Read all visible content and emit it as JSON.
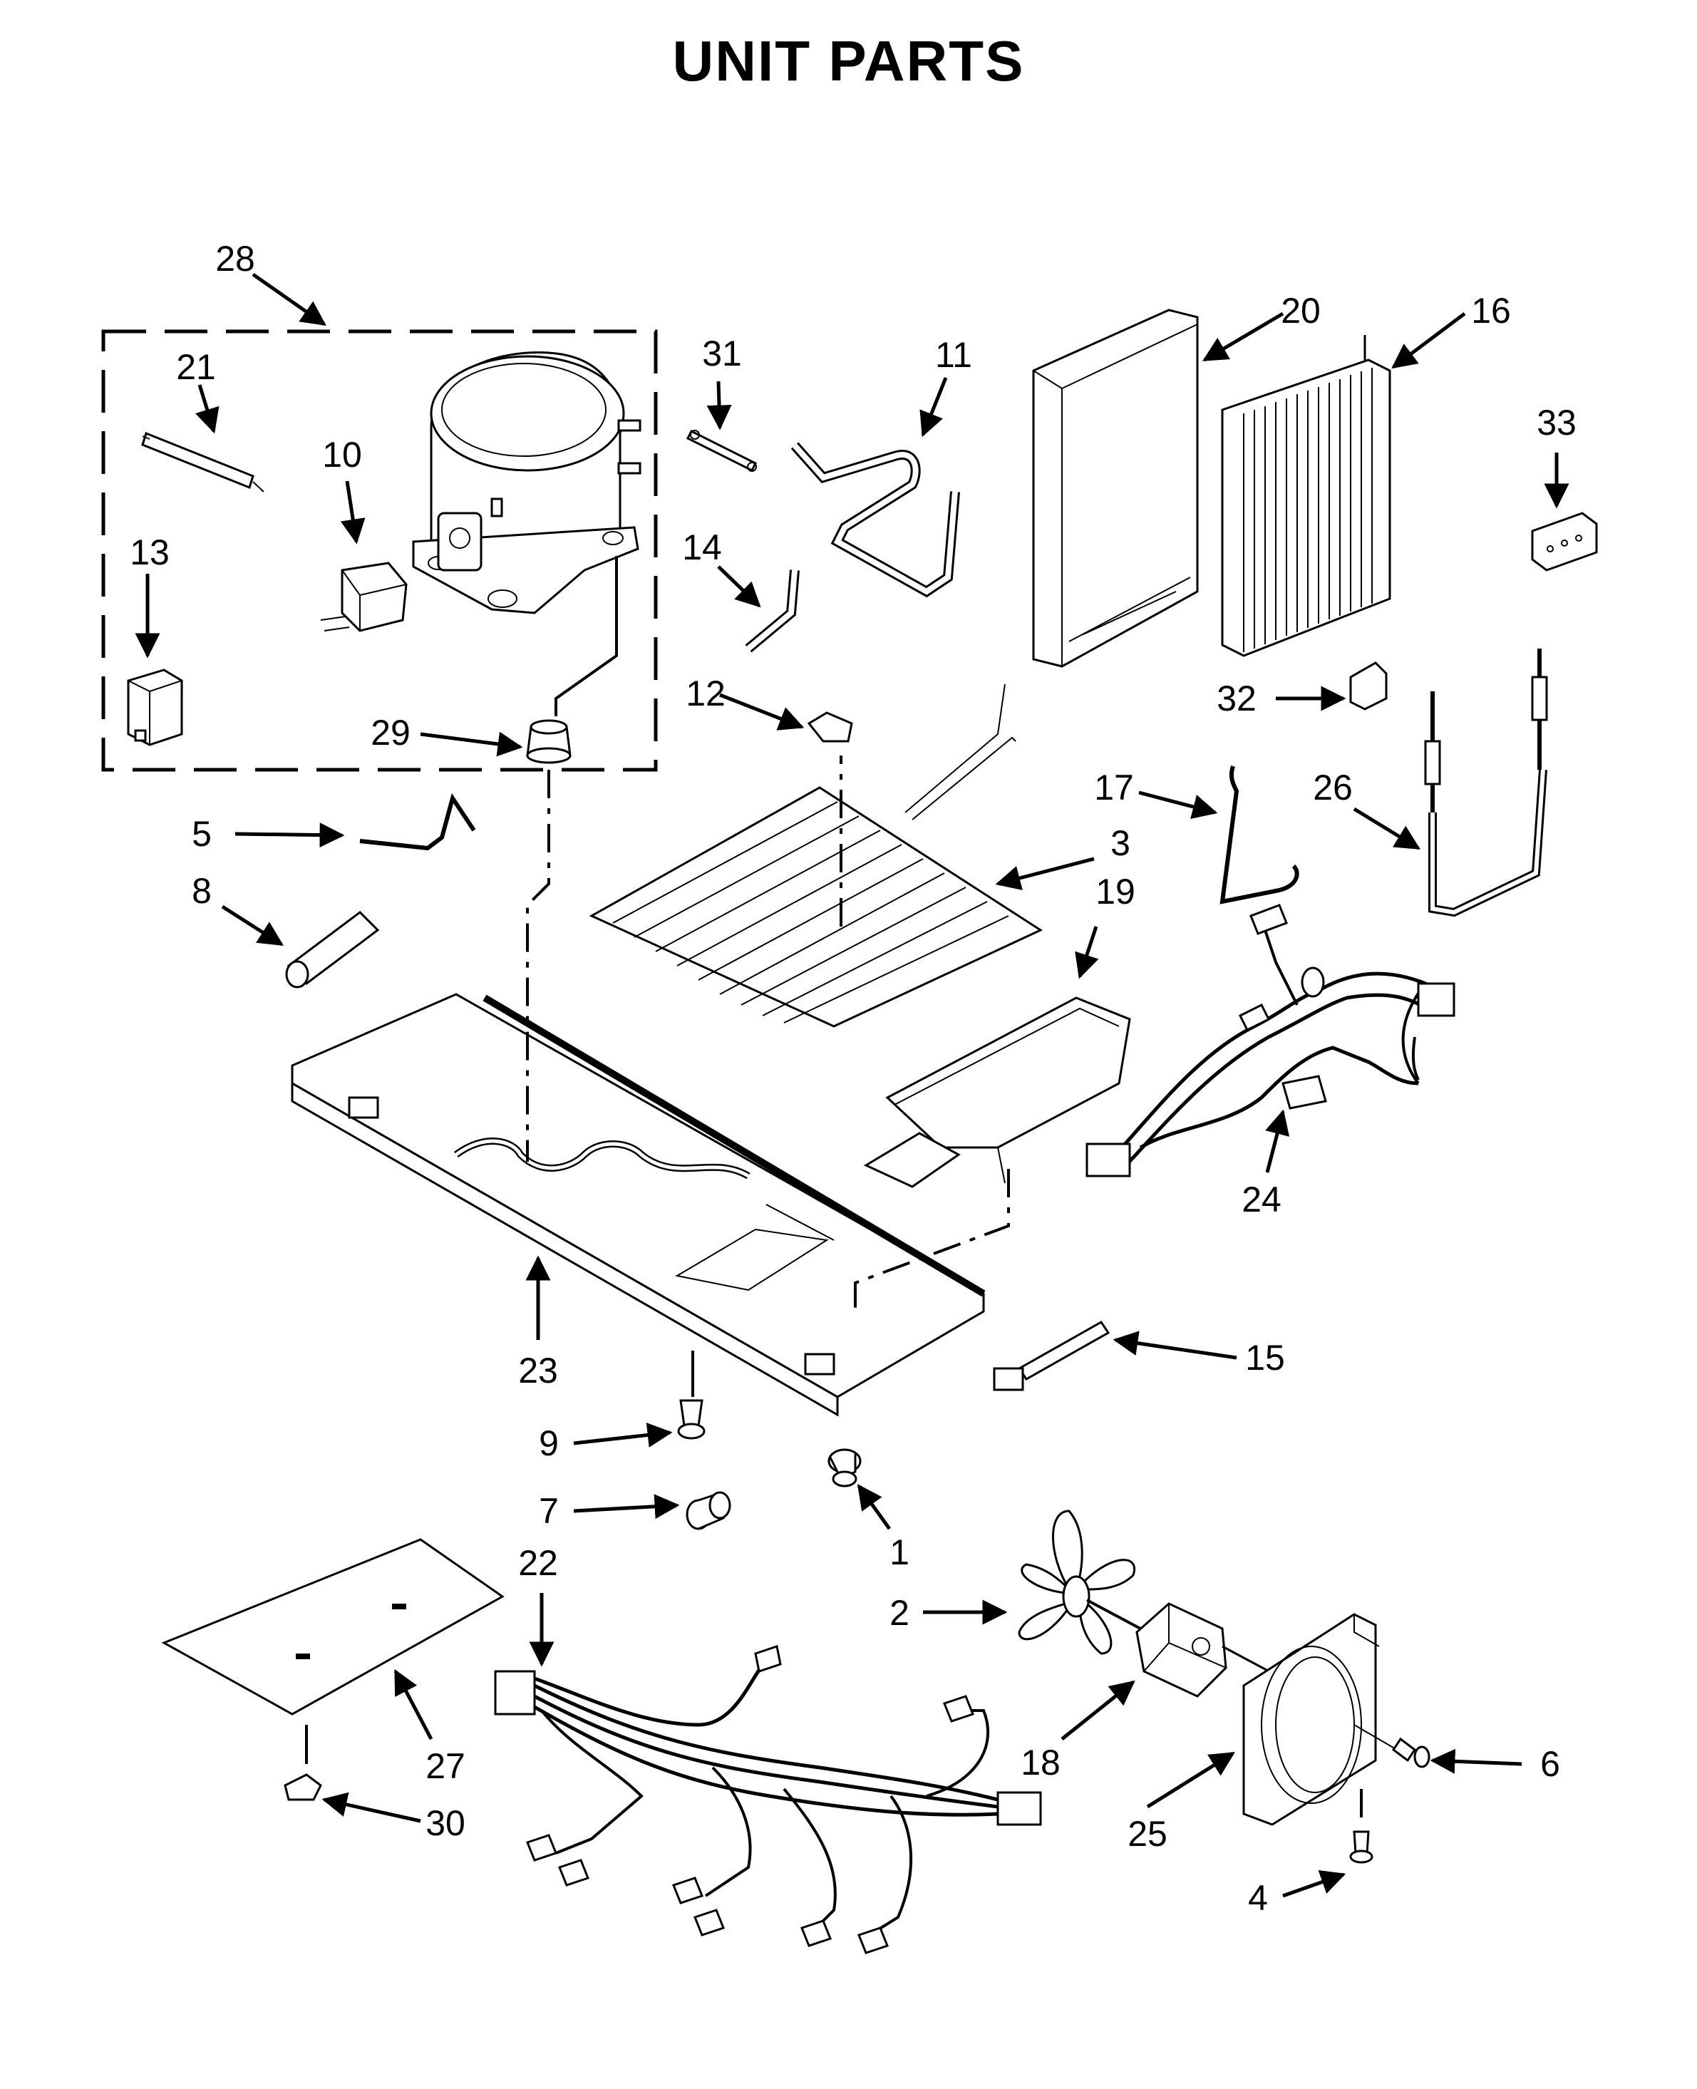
{
  "title": "UNIT PARTS",
  "callouts": [
    "1",
    "2",
    "3",
    "4",
    "5",
    "6",
    "7",
    "8",
    "9",
    "10",
    "11",
    "12",
    "13",
    "14",
    "15",
    "16",
    "17",
    "18",
    "19",
    "20",
    "21",
    "22",
    "23",
    "24",
    "25",
    "26",
    "27",
    "28",
    "29",
    "30",
    "31",
    "32",
    "33"
  ],
  "icons": {
    "compressor": "compressor-icon",
    "evaporator": "evaporator-coil-icon",
    "condenser": "condenser-icon",
    "fan": "fan-blade-icon",
    "wiring": "wire-harness-icon"
  }
}
